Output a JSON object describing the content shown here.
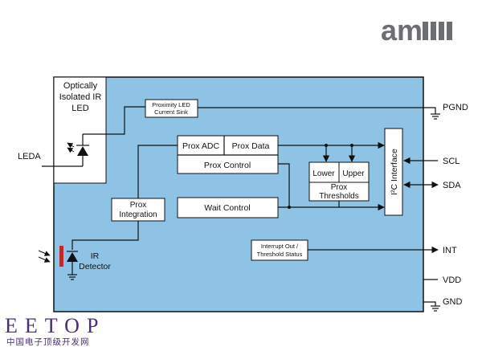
{
  "colors": {
    "chip": "#8ec3e6",
    "logo": "#6d6e71",
    "ir_bar": "#c0282d",
    "watermark": "#4a2f74"
  },
  "logo": {
    "text": "am"
  },
  "blocks": {
    "led": [
      "Optically",
      "Isolated IR",
      "LED"
    ],
    "led_sink": [
      "Proximity LED",
      "Current Sink"
    ],
    "prox_adc": "Prox ADC",
    "prox_data": "Prox Data",
    "prox_control": "Prox Control",
    "lower": "Lower",
    "upper": "Upper",
    "prox_thresholds": [
      "Prox",
      "Thresholds"
    ],
    "i2c": "I²C Interface",
    "prox_integration": [
      "Prox",
      "Integration"
    ],
    "wait_control": "Wait Control",
    "ir_detector": [
      "IR",
      "Detector"
    ],
    "interrupt": [
      "Interrupt Out /",
      "Threshold Status"
    ]
  },
  "pins": {
    "leda": "LEDA",
    "pgnd": "PGND",
    "scl": "SCL",
    "sda": "SDA",
    "int": "INT",
    "vdd": "VDD",
    "gnd": "GND"
  },
  "watermark": {
    "brand": "EETOP",
    "subtitle": "中国电子顶级开发网"
  }
}
